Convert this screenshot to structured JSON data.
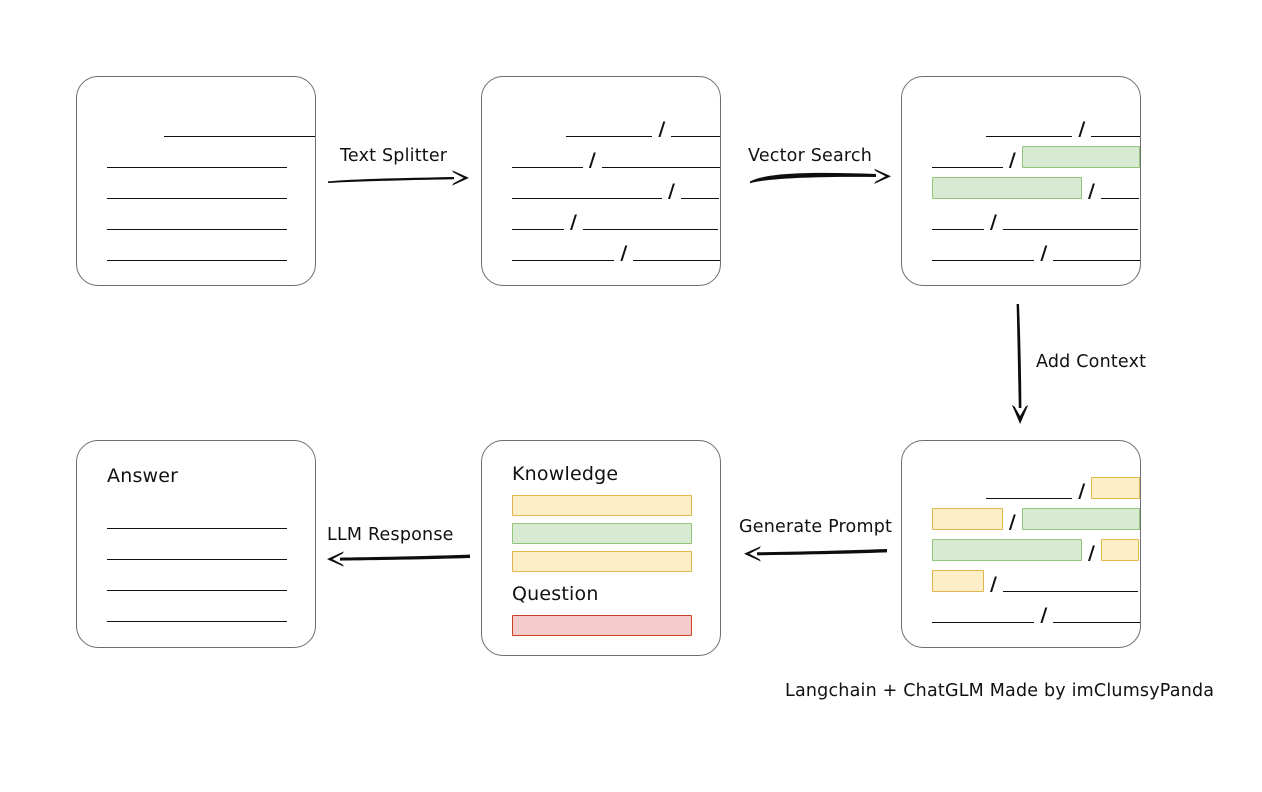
{
  "diagram": {
    "title_note": "Langchain + ChatGLM Made by imClumsyPanda",
    "colors": {
      "box_border": "#6e6e6e",
      "line_ink": "#101010",
      "green_fill": "#d9ead3",
      "green_border": "#93c47d",
      "yellow_fill": "#fdeec8",
      "yellow_border": "#e0b84c",
      "red_fill": "#f4cccc",
      "red_border": "#cc4125",
      "arrow": "#0d0d0d"
    },
    "nodes": {
      "source_document": {
        "name": "source-document",
        "label": "",
        "lines": [
          {
            "segments": [
              {
                "type": "spacer",
                "w": 58
              },
              {
                "type": "rule",
                "w": 155
              }
            ]
          },
          {
            "segments": [
              {
                "type": "rule",
                "w": 180
              }
            ]
          },
          {
            "segments": [
              {
                "type": "rule",
                "w": 180
              }
            ]
          },
          {
            "segments": [
              {
                "type": "rule",
                "w": 180
              }
            ]
          },
          {
            "segments": [
              {
                "type": "rule",
                "w": 180
              }
            ]
          }
        ]
      },
      "split_chunks": {
        "name": "split-text-chunks",
        "label": "",
        "lines": [
          {
            "segments": [
              {
                "type": "spacer",
                "w": 58
              },
              {
                "type": "rule",
                "w": 92
              },
              {
                "type": "slash",
                "text": "/"
              },
              {
                "type": "rule",
                "w": 52
              }
            ]
          },
          {
            "segments": [
              {
                "type": "rule",
                "w": 72
              },
              {
                "type": "slash",
                "text": "/"
              },
              {
                "type": "rule",
                "w": 120
              }
            ]
          },
          {
            "segments": [
              {
                "type": "rule",
                "w": 150
              },
              {
                "type": "slash",
                "text": "/"
              },
              {
                "type": "rule",
                "w": 38
              }
            ]
          },
          {
            "segments": [
              {
                "type": "rule",
                "w": 52
              },
              {
                "type": "slash",
                "text": "/"
              },
              {
                "type": "rule",
                "w": 135
              }
            ]
          },
          {
            "segments": [
              {
                "type": "rule",
                "w": 104
              },
              {
                "type": "slash",
                "text": "/"
              },
              {
                "type": "rule",
                "w": 88
              }
            ]
          }
        ]
      },
      "matched_chunks": {
        "name": "vector-matched-chunks",
        "label": "",
        "lines": [
          {
            "segments": [
              {
                "type": "spacer",
                "w": 58
              },
              {
                "type": "rule",
                "w": 92
              },
              {
                "type": "slash",
                "text": "/"
              },
              {
                "type": "rule",
                "w": 52
              }
            ]
          },
          {
            "segments": [
              {
                "type": "rule",
                "w": 72
              },
              {
                "type": "slash",
                "text": "/"
              },
              {
                "type": "hl",
                "w": 120,
                "color": "green"
              }
            ]
          },
          {
            "segments": [
              {
                "type": "hl",
                "w": 150,
                "color": "green"
              },
              {
                "type": "slash",
                "text": "/"
              },
              {
                "type": "rule",
                "w": 38
              }
            ]
          },
          {
            "segments": [
              {
                "type": "rule",
                "w": 52
              },
              {
                "type": "slash",
                "text": "/"
              },
              {
                "type": "rule",
                "w": 135
              }
            ]
          },
          {
            "segments": [
              {
                "type": "rule",
                "w": 104
              },
              {
                "type": "slash",
                "text": "/"
              },
              {
                "type": "rule",
                "w": 88
              }
            ]
          }
        ]
      },
      "context_chunks": {
        "name": "context-augmented-chunks",
        "label": "",
        "lines": [
          {
            "segments": [
              {
                "type": "spacer",
                "w": 58
              },
              {
                "type": "rule",
                "w": 92
              },
              {
                "type": "slash",
                "text": "/"
              },
              {
                "type": "hl",
                "w": 52,
                "color": "yellow"
              }
            ]
          },
          {
            "segments": [
              {
                "type": "hl",
                "w": 72,
                "color": "yellow"
              },
              {
                "type": "slash",
                "text": "/"
              },
              {
                "type": "hl",
                "w": 120,
                "color": "green"
              }
            ]
          },
          {
            "segments": [
              {
                "type": "hl",
                "w": 150,
                "color": "green"
              },
              {
                "type": "slash",
                "text": "/"
              },
              {
                "type": "hl",
                "w": 38,
                "color": "yellow"
              }
            ]
          },
          {
            "segments": [
              {
                "type": "hl",
                "w": 52,
                "color": "yellow"
              },
              {
                "type": "slash",
                "text": "/"
              },
              {
                "type": "rule",
                "w": 135
              }
            ]
          },
          {
            "segments": [
              {
                "type": "rule",
                "w": 104
              },
              {
                "type": "slash",
                "text": "/"
              },
              {
                "type": "rule",
                "w": 88
              }
            ]
          }
        ]
      },
      "prompt": {
        "name": "generated-prompt",
        "knowledge_label": "Knowledge",
        "question_label": "Question",
        "knowledge_bars": [
          {
            "color": "yellow"
          },
          {
            "color": "green"
          },
          {
            "color": "yellow"
          }
        ],
        "question_bars": [
          {
            "color": "red"
          }
        ]
      },
      "answer": {
        "name": "answer-document",
        "label": "Answer",
        "lines": [
          {
            "segments": [
              {
                "type": "rule",
                "w": 180
              }
            ]
          },
          {
            "segments": [
              {
                "type": "rule",
                "w": 180
              }
            ]
          },
          {
            "segments": [
              {
                "type": "rule",
                "w": 180
              }
            ]
          },
          {
            "segments": [
              {
                "type": "rule",
                "w": 180
              }
            ]
          }
        ]
      }
    },
    "edges": [
      {
        "name": "edge-text-splitter",
        "label": "Text Splitter",
        "direction": "right"
      },
      {
        "name": "edge-vector-search",
        "label": "Vector Search",
        "direction": "right"
      },
      {
        "name": "edge-add-context",
        "label": "Add Context",
        "direction": "down"
      },
      {
        "name": "edge-generate-prompt",
        "label": "Generate Prompt",
        "direction": "left"
      },
      {
        "name": "edge-llm-response",
        "label": "LLM Response",
        "direction": "left"
      }
    ]
  }
}
